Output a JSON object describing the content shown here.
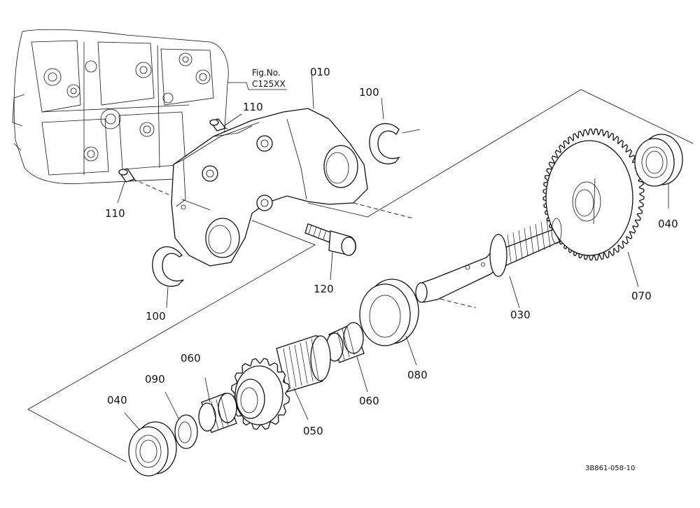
{
  "figure": {
    "fig_no_label": "Fig.No.",
    "fig_no_value": "C125XX",
    "drawing_code": "3B861-058-10"
  },
  "callouts": [
    {
      "id": "c010a",
      "text": "010"
    },
    {
      "id": "c100a",
      "text": "100"
    },
    {
      "id": "c110a",
      "text": "110"
    },
    {
      "id": "c110b",
      "text": "110"
    },
    {
      "id": "c040a",
      "text": "040"
    },
    {
      "id": "c120",
      "text": "120"
    },
    {
      "id": "c100b",
      "text": "100"
    },
    {
      "id": "c070",
      "text": "070"
    },
    {
      "id": "c030",
      "text": "030"
    },
    {
      "id": "c080",
      "text": "080"
    },
    {
      "id": "c060a",
      "text": "060"
    },
    {
      "id": "c090",
      "text": "090"
    },
    {
      "id": "c040b",
      "text": "040"
    },
    {
      "id": "c060b",
      "text": "060"
    },
    {
      "id": "c050",
      "text": "050"
    }
  ]
}
